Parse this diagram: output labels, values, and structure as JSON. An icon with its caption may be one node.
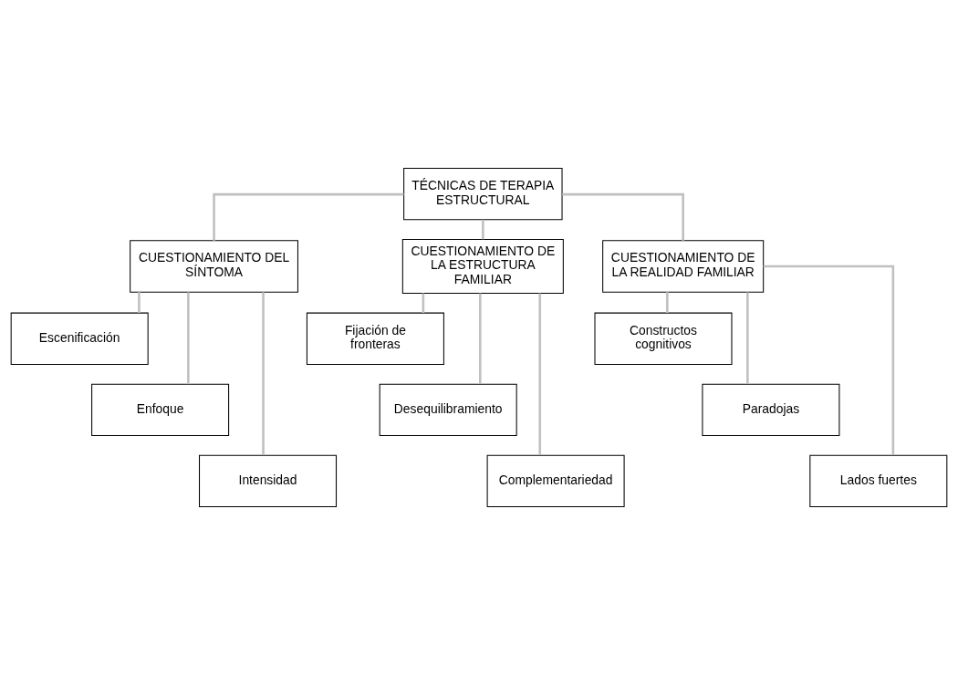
{
  "diagram": {
    "nodes": [
      {
        "text": [
          "TÉCNICAS DE TERAPIA ESTRUCTURAL"
        ]
      },
      {
        "text": [
          "CUESTIONAMIENTO DEL SÍNTOMA"
        ]
      },
      {
        "text": [
          "CUESTIONAMIENTO DE LA ESTRUCTURA FAMILIAR"
        ]
      },
      {
        "text": [
          "CUESTIONAMIENTO DE LA REALIDAD FAMILIAR"
        ]
      },
      {
        "text": [
          "Escenificación"
        ]
      },
      {
        "text": [
          "Enfoque"
        ]
      },
      {
        "text": [
          "Intensidad"
        ]
      },
      {
        "text": [
          "Fijación de fronteras"
        ]
      },
      {
        "text": [
          "Desequilibramiento"
        ]
      },
      {
        "text": [
          "Complementariedad"
        ]
      },
      {
        "text": [
          "Constructos cognitivos"
        ]
      },
      {
        "text": [
          "Paradojas"
        ]
      },
      {
        "text": [
          "Lados fuertes"
        ]
      }
    ],
    "edges": [
      {
        "from": 0,
        "to": 1,
        "arrow": "none"
      },
      {
        "from": 0,
        "to": 2,
        "arrow": "none"
      },
      {
        "from": 0,
        "to": 3,
        "arrow": "none"
      },
      {
        "from": 1,
        "to": 4,
        "arrow": "none"
      },
      {
        "from": 1,
        "to": 5,
        "arrow": "none"
      },
      {
        "from": 1,
        "to": 6,
        "arrow": "none"
      },
      {
        "from": 2,
        "to": 7,
        "arrow": "none"
      },
      {
        "from": 2,
        "to": 8,
        "arrow": "none"
      },
      {
        "from": 2,
        "to": 9,
        "arrow": "none"
      },
      {
        "from": 3,
        "to": 10,
        "arrow": "none"
      },
      {
        "from": 3,
        "to": 11,
        "arrow": "none"
      },
      {
        "from": 3,
        "to": 12,
        "arrow": "none"
      }
    ]
  }
}
